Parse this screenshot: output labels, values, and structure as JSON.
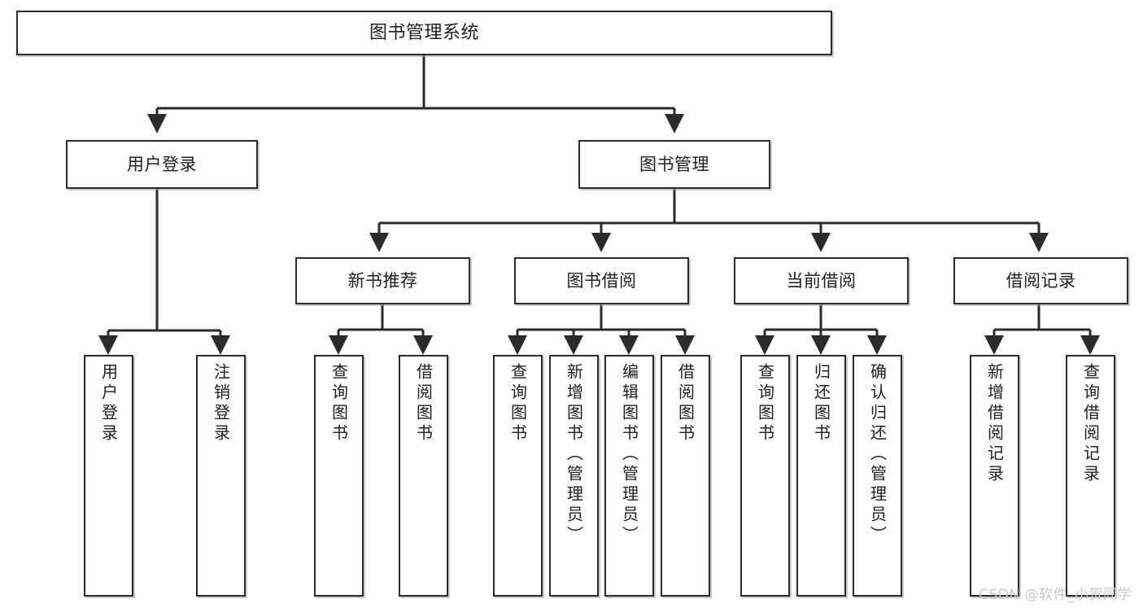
{
  "diagram": {
    "type": "tree-hierarchy-chart",
    "title": "图书管理系统",
    "line_color": "#2b2b2b",
    "box_fill": "#ffffff",
    "text_color": "#20201f",
    "nodes": {
      "root": {
        "label": "图书管理系统"
      },
      "level2": [
        {
          "id": "user-login",
          "label": "用户登录"
        },
        {
          "id": "book-management",
          "label": "图书管理"
        }
      ],
      "level3": [
        {
          "id": "new-book-recommend",
          "label": "新书推荐"
        },
        {
          "id": "book-borrow",
          "label": "图书借阅"
        },
        {
          "id": "current-borrow",
          "label": "当前借阅"
        },
        {
          "id": "borrow-record",
          "label": "借阅记录"
        }
      ],
      "leaves": [
        {
          "id": "leaf-user-login",
          "label": "用户登录",
          "parent": "user-login"
        },
        {
          "id": "leaf-logout-login",
          "label": "注销登录",
          "parent": "user-login"
        },
        {
          "id": "leaf-query-book-1",
          "label": "查询图书",
          "parent": "new-book-recommend"
        },
        {
          "id": "leaf-borrow-book-1",
          "label": "借阅图书",
          "parent": "new-book-recommend"
        },
        {
          "id": "leaf-query-book-2",
          "label": "查询图书",
          "parent": "book-borrow"
        },
        {
          "id": "leaf-add-book",
          "label": "新增图书（管理员）",
          "parent": "book-borrow"
        },
        {
          "id": "leaf-edit-book",
          "label": "编辑图书（管理员）",
          "parent": "book-borrow"
        },
        {
          "id": "leaf-borrow-book-2",
          "label": "借阅图书",
          "parent": "book-borrow"
        },
        {
          "id": "leaf-query-book-3",
          "label": "查询图书",
          "parent": "current-borrow"
        },
        {
          "id": "leaf-return-book",
          "label": "归还图书",
          "parent": "current-borrow"
        },
        {
          "id": "leaf-confirm-return",
          "label": "确认归还（管理员）",
          "parent": "current-borrow"
        },
        {
          "id": "leaf-add-record",
          "label": "新增借阅记录",
          "parent": "borrow-record"
        },
        {
          "id": "leaf-query-record",
          "label": "查询借阅记录",
          "parent": "borrow-record"
        }
      ]
    }
  },
  "watermark": {
    "text": "CSDN @软件_小贺同学"
  }
}
